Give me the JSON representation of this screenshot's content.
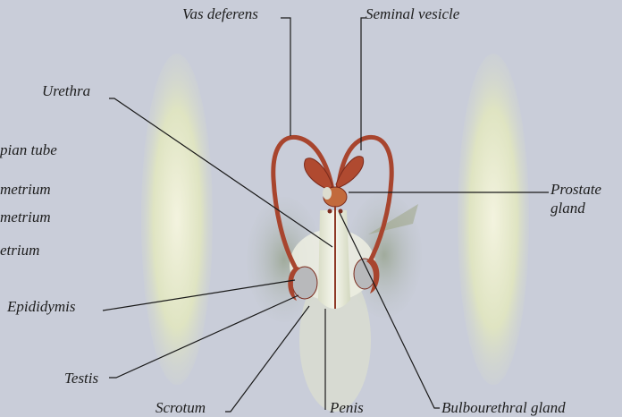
{
  "labels": {
    "vas_deferens": "Vas deferens",
    "seminal_vesicle": "Seminal vesicle",
    "urethra": "Urethra",
    "fallopian_tube_partial": "pian tube",
    "endometrium_partial": "metrium",
    "myometrium_partial": "metrium",
    "perimetrium_partial": "etrium",
    "prostate_gland_line1": "Prostate",
    "prostate_gland_line2": "gland",
    "epididymis": "Epididymis",
    "testis": "Testis",
    "scrotum": "Scrotum",
    "penis": "Penis",
    "bulbourethral_gland": "Bulbourethral gland"
  },
  "colors": {
    "background": "#c9cdd9",
    "organ": "#a8452e",
    "organ_dark": "#7c2b1c",
    "leg_shading": "#dfe3c4",
    "leader_line": "#1a1a1a"
  }
}
